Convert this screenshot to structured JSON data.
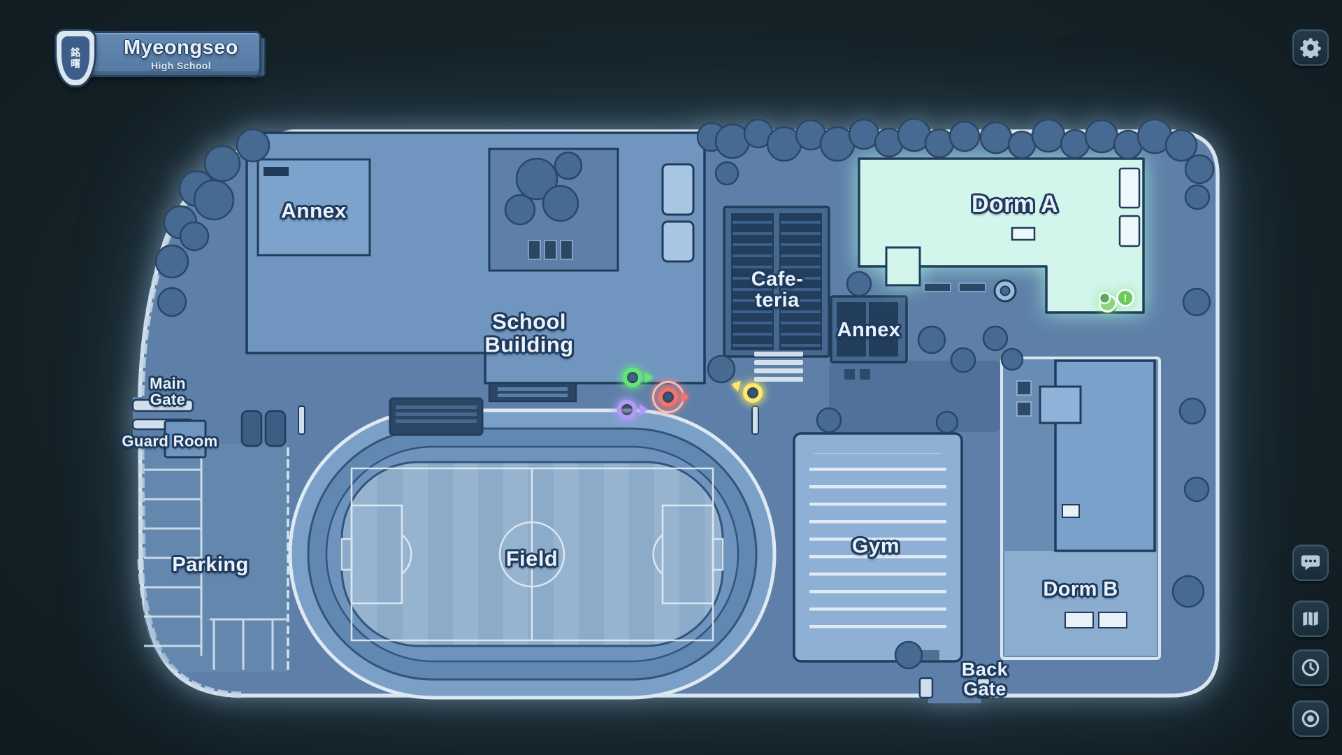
{
  "banner": {
    "title": "Myeongseo",
    "subtitle": "High School",
    "emblem": "銘曙"
  },
  "map_labels": {
    "annex_nw": "Annex",
    "school_building": "School Building",
    "cafeteria": "Cafe-teria",
    "annex_mid": "Annex",
    "dorm_a": "Dorm A",
    "main_gate": "Main Gate",
    "guard_room": "Guard Room",
    "parking": "Parking",
    "field": "Field",
    "gym": "Gym",
    "dorm_b": "Dorm B",
    "back_gate": "Back Gate"
  },
  "map": {
    "highlighted_location": "Dorm A"
  },
  "markers": [
    {
      "id": "green",
      "color": "#63e678",
      "direction": "right"
    },
    {
      "id": "purple",
      "color": "#b49af4",
      "direction": "right"
    },
    {
      "id": "red",
      "color": "#f4726c",
      "direction": "right",
      "selected": true
    },
    {
      "id": "yellow",
      "color": "#ffe96a",
      "direction": "left"
    }
  ],
  "player": {
    "badge": "!",
    "color": "#8ed47e"
  },
  "icons": {
    "settings": "gear",
    "chat": "speech-bubble",
    "map": "folded-map",
    "history": "clock",
    "record": "target"
  },
  "theme": {
    "background": "#152329",
    "ground": "#5e80a8",
    "building": "#7096c0",
    "outline": "#203c5a",
    "wall": "#d8e5f1",
    "trees": "#476a92",
    "dorm_a_highlight": "#d2f5ec",
    "label_text": "#e9f1fa",
    "label_outline": "#1e3a5c"
  }
}
